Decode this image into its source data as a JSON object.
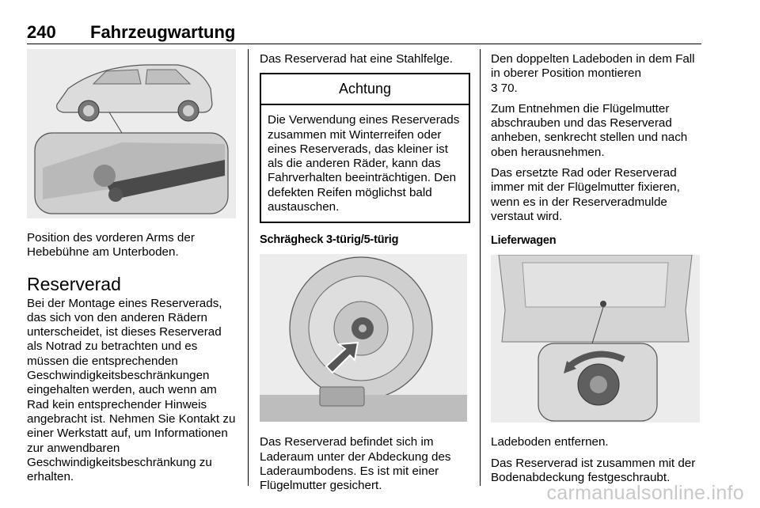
{
  "header": {
    "page_number": "240",
    "title": "Fahrzeugwartung"
  },
  "col1": {
    "caption": "Position des vorderen Arms der Hebebühne am Unterboden.",
    "heading": "Reserverad",
    "paragraph": "Bei der Montage eines Reserverads, das sich von den anderen Rädern unterscheidet, ist dieses Reserverad als Notrad zu betrachten und es müssen die entsprechenden Geschwindigkeitsbeschränkungen eingehalten werden, auch wenn am Rad kein entsprechender Hinweis angebracht ist. Nehmen Sie Kontakt zu einer Werkstatt auf, um Informationen zur anwendbaren Geschwindigkeitsbeschränkung zu erhalten."
  },
  "col2": {
    "intro": "Das Reserverad hat eine Stahlfelge.",
    "warning": {
      "title": "Achtung",
      "text": "Die Verwendung eines Reserverads zusammen mit Winterreifen oder eines Reserverads, das kleiner ist als die anderen Räder, kann das Fahrverhalten beeinträchtigen. Den defekten Reifen möglichst bald austauschen."
    },
    "subheading": "Schrägheck 3-türig/5-türig",
    "paragraph": "Das Reserverad befindet sich im Laderaum unter der Abdeckung des Laderaumbodens. Es ist mit einer Flügelmutter gesichert."
  },
  "col3": {
    "p1": "Den doppelten Ladeboden in dem Fall in oberer Position montieren",
    "p1_ref": "3 70.",
    "p2": "Zum Entnehmen die Flügelmutter abschrauben und das Reserverad anheben, senkrecht stellen und nach oben herausnehmen.",
    "p3": "Das ersetzte Rad oder Reserverad immer mit der Flügelmutter fixieren, wenn es in der Reserveradmulde verstaut wird.",
    "subheading": "Lieferwagen",
    "p4": "Ladeboden entfernen.",
    "p5": "Das Reserverad ist zusammen mit der Bodenabdeckung festgeschraubt."
  },
  "watermark": "carmanualsonline.info"
}
